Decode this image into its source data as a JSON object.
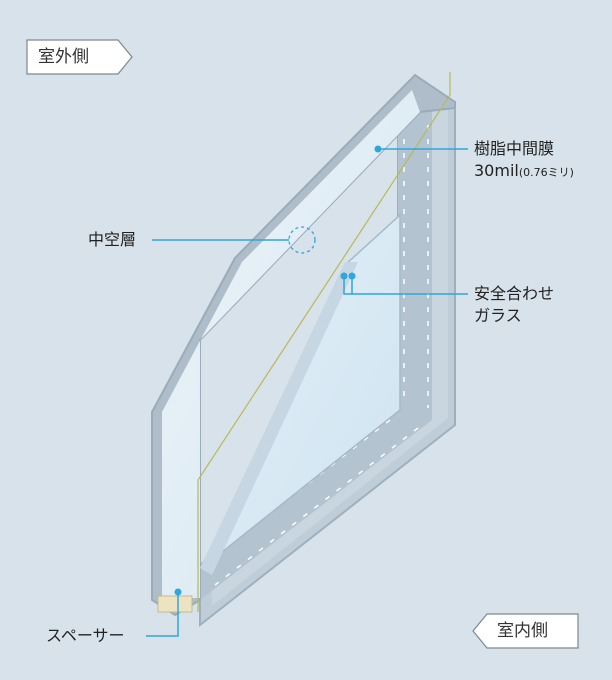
{
  "direction_tags": {
    "outdoor": "室外側",
    "indoor": "室内側"
  },
  "labels": {
    "interlayer_title": "樹脂中間膜",
    "interlayer_thickness_main": "30mil",
    "interlayer_thickness_sub": "(0.76ミリ)",
    "hollow_layer": "中空層",
    "laminated_glass_line1": "安全合わせ",
    "laminated_glass_line2": "ガラス",
    "spacer": "スペーサー"
  },
  "colors": {
    "background": "#d8e2ea",
    "leader_line": "#2fa6dc",
    "glass_edge": "#a9b8c5",
    "glass_face": "#e6f1f8",
    "interlayer_line": "#b8b85a",
    "spacer_fill": "#ece3c0"
  }
}
